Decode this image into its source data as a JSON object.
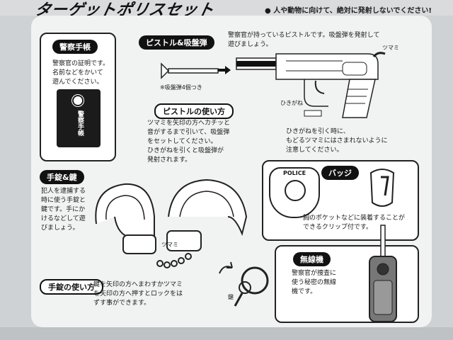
{
  "header": {
    "title": "ターゲットポリスセット",
    "warning": "● 人や動物に向けて、絶対に発射しないでください!"
  },
  "badge_id": {
    "heading": "警察手帳",
    "text": "警察官の証明です。\n名前などをかいて\n遊んでください。",
    "card_text": "警察手帳"
  },
  "pistol": {
    "heading": "ピストル&吸盤弾",
    "description": "警察官が持っているピストルです。吸盤弾を発射して\n遊びましょう。",
    "ammo_note": "※吸盤弾4個つき",
    "label_tsumami": "ツマミ",
    "label_hikigane": "ひきがね",
    "trigger_note": "ひきがねを引く時に、\nもどるツマミにはさまれないように\n注意してください。"
  },
  "pistol_usage": {
    "heading": "ピストルの使い方",
    "text": "ツマミを矢印の方へカチッと\n音がするまで引いて、吸盤弾\nをセットしてください。\nひきがねを引くと吸盤弾が\n発射されます。"
  },
  "handcuffs": {
    "heading": "手錠&鍵",
    "text": "犯人を逮捕する\n時に使う手錠と\n鍵です。手にか\nけるなどして遊\nびましょう。",
    "label_tsumami": "ツマミ",
    "label_key": "鍵",
    "usage_heading": "手錠の使い方",
    "usage_text": "鍵を矢印の方へまわすかツマミ\nを矢印の方へ押すとロックをは\nずす事ができます。"
  },
  "badge": {
    "heading": "バッジ",
    "emblem_text": "POLICE",
    "text": "胸のポケットなどに装着することが\nできるクリップ付です。"
  },
  "radio": {
    "heading": "無線機",
    "text": "警察官が捜査に\n使う秘密の無線\n機です。"
  }
}
